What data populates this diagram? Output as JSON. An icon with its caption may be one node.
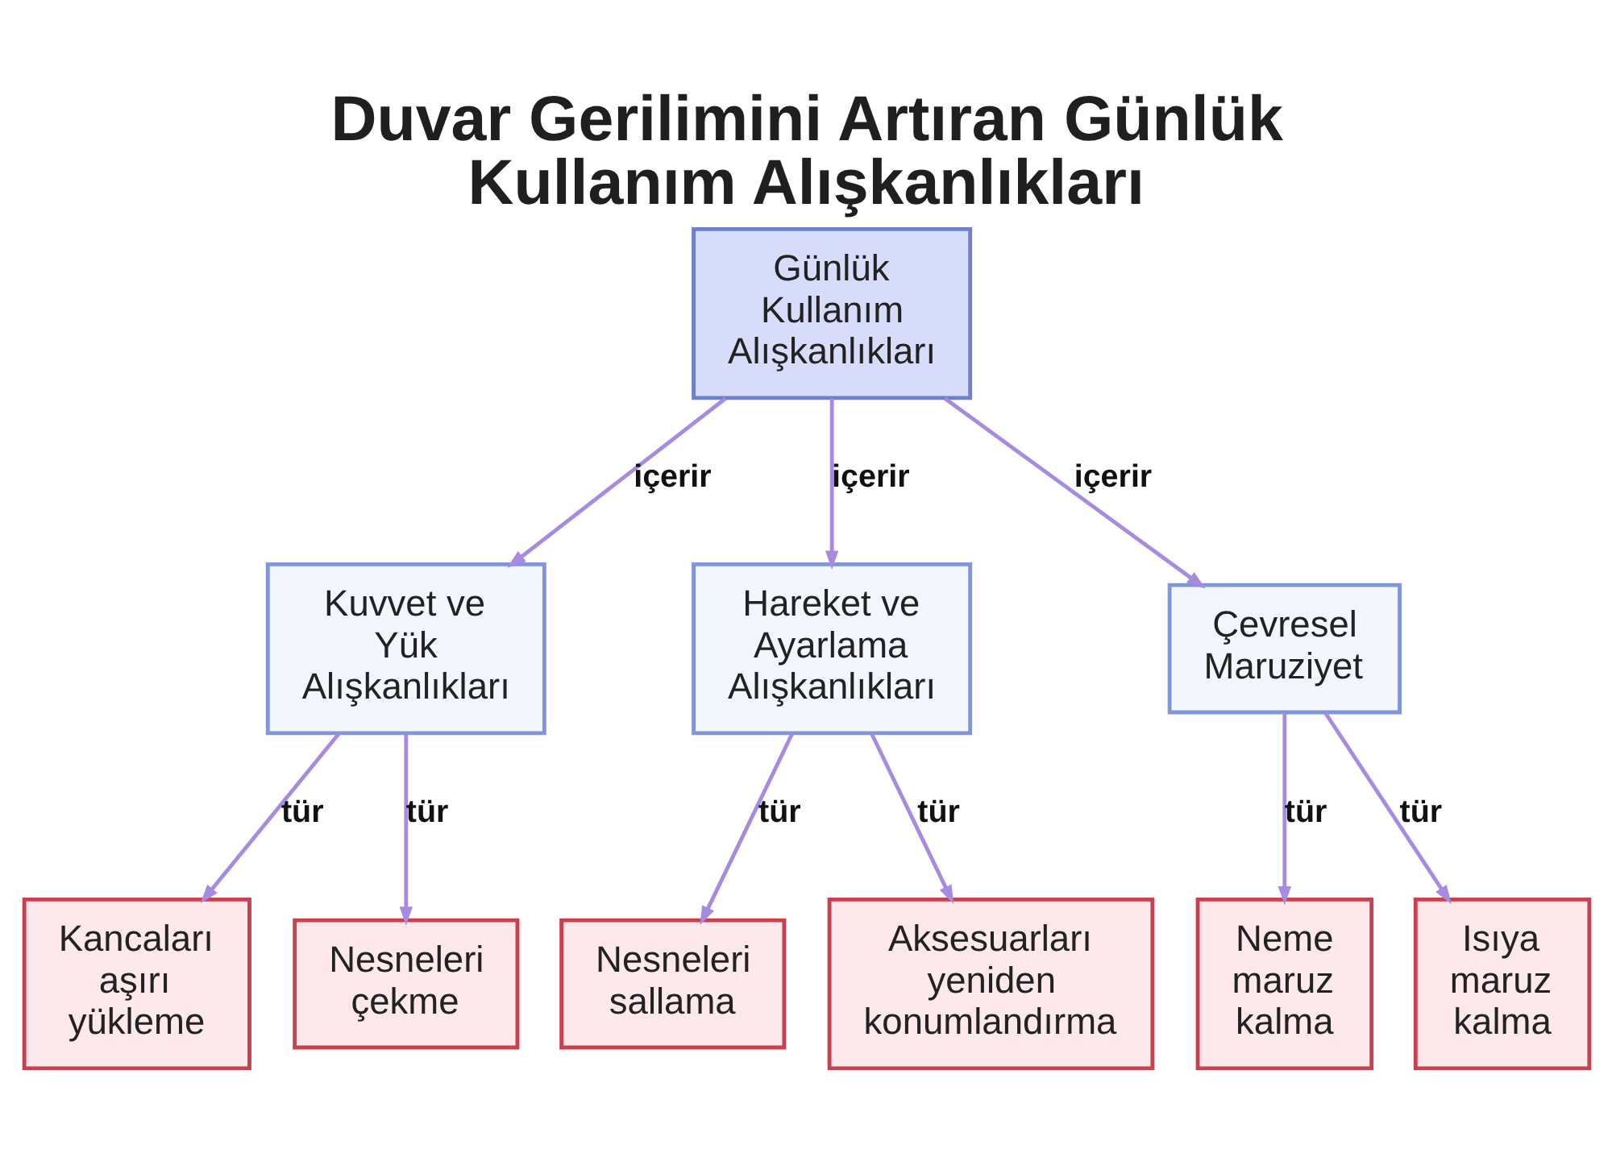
{
  "diagram": {
    "title": "Duvar Gerilimini Artıran Günlük Kullanım Alışkanlıkları",
    "nodes": [
      {
        "text": [
          "Günlük Kullanım Alışkanlıkları"
        ]
      },
      {
        "text": [
          "Kuvvet ve Yük Alışkanlıkları"
        ]
      },
      {
        "text": [
          "Hareket ve Ayarlama Alışkanlıkları"
        ]
      },
      {
        "text": [
          "Çevresel Maruziyet"
        ]
      },
      {
        "text": [
          "Kancaları aşırı yükleme"
        ]
      },
      {
        "text": [
          "Nesneleri çekme"
        ]
      },
      {
        "text": [
          "Nesneleri sallama"
        ]
      },
      {
        "text": [
          "Aksesuarları yeniden konumlandırma"
        ]
      },
      {
        "text": [
          "Neme maruz kalma"
        ]
      },
      {
        "text": [
          "Isıya maruz kalma"
        ]
      }
    ],
    "edges": [
      {
        "from": 0,
        "to": 1,
        "arrow": "to",
        "label": "içerir"
      },
      {
        "from": 0,
        "to": 2,
        "arrow": "to",
        "label": "içerir"
      },
      {
        "from": 0,
        "to": 3,
        "arrow": "to",
        "label": "içerir"
      },
      {
        "from": 1,
        "to": 4,
        "arrow": "to",
        "label": "tür"
      },
      {
        "from": 1,
        "to": 5,
        "arrow": "to",
        "label": "tür"
      },
      {
        "from": 2,
        "to": 6,
        "arrow": "to",
        "label": "tür"
      },
      {
        "from": 2,
        "to": 7,
        "arrow": "to",
        "label": "tür"
      },
      {
        "from": 3,
        "to": 8,
        "arrow": "to",
        "label": "tür"
      },
      {
        "from": 3,
        "to": 9,
        "arrow": "to",
        "label": "tür"
      }
    ]
  }
}
